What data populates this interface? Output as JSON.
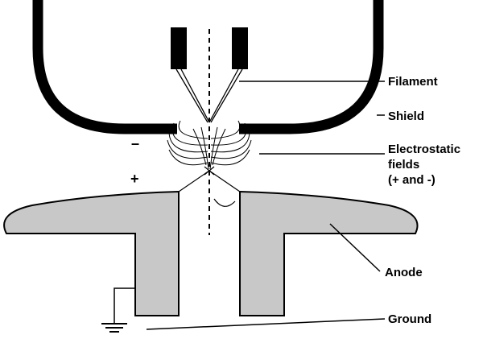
{
  "labels": {
    "filament": "Filament",
    "shield": "Shield",
    "fields_line1": "Electrostatic",
    "fields_line2": "fields",
    "fields_line3": "(+ and -)",
    "anode": "Anode",
    "ground": "Ground"
  },
  "signs": {
    "minus": "–",
    "plus": "+"
  },
  "colors": {
    "ink": "#000000",
    "anode_fill": "#c8c8c8",
    "background": "#ffffff"
  }
}
